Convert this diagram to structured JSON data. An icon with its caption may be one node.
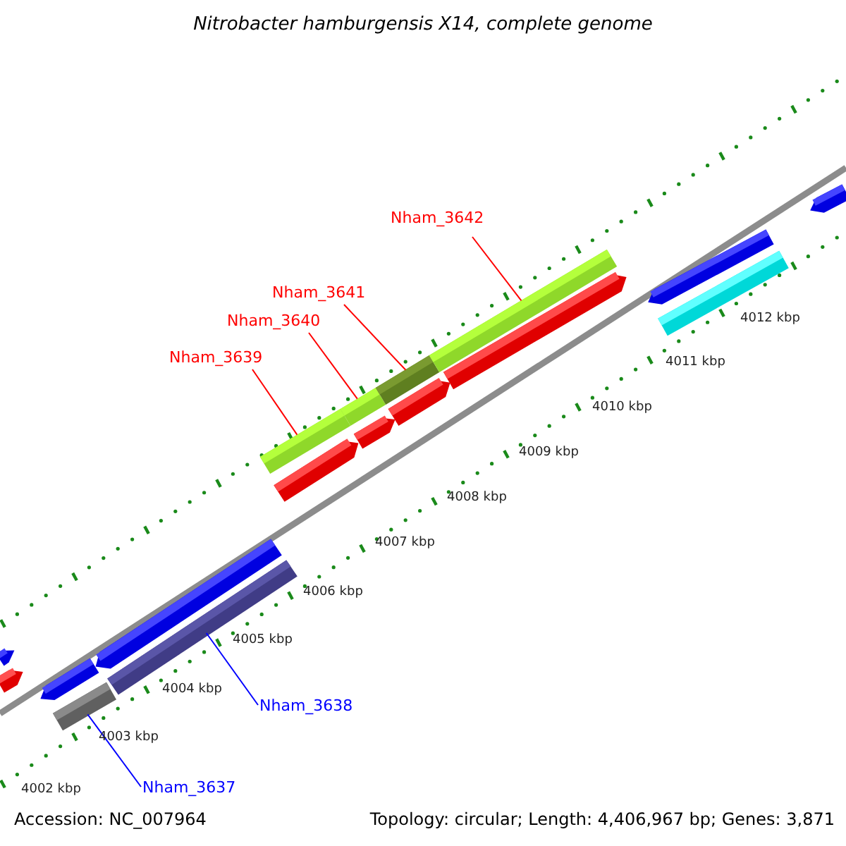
{
  "diagram": {
    "title": "Nitrobacter hamburgensis X14, complete genome",
    "nodes": [
      {
        "text": [
          "Nham_3642"
        ]
      },
      {
        "text": [
          "Nham_3641"
        ]
      },
      {
        "text": [
          "Nham_3640"
        ]
      },
      {
        "text": [
          "Nham_3639"
        ]
      },
      {
        "text": [
          "Nham_3638"
        ]
      },
      {
        "text": [
          "Nham_3637"
        ]
      },
      {
        "text": [],
        "shape": "bar"
      },
      {
        "text": [],
        "shape": "bar"
      },
      {
        "text": [],
        "shape": "bar"
      },
      {
        "text": [],
        "shape": "bar"
      },
      {
        "text": [],
        "shape": "bar"
      },
      {
        "text": [],
        "shape": "bar"
      }
    ],
    "edges": [
      {
        "from": 0,
        "to": 9,
        "arrow": "none",
        "color": "#ff0000"
      },
      {
        "from": 1,
        "to": 8,
        "arrow": "none",
        "color": "#ff0000"
      },
      {
        "from": 2,
        "to": 7,
        "arrow": "none",
        "color": "#ff0000"
      },
      {
        "from": 3,
        "to": 6,
        "arrow": "none",
        "color": "#ff0000"
      },
      {
        "from": 4,
        "to": 10,
        "arrow": "none",
        "color": "#0000ff"
      },
      {
        "from": 5,
        "to": 11,
        "arrow": "none",
        "color": "#0000ff"
      }
    ],
    "labels": [
      "4002 kbp",
      "4003 kbp",
      "4004 kbp",
      "4005 kbp",
      "4006 kbp",
      "4007 kbp",
      "4008 kbp",
      "4009 kbp",
      "4010 kbp",
      "4011 kbp",
      "4012 kbp",
      "Accession: NC_007964",
      "Topology: circular; Length: 4,406,967 bp; Genes: 3,871"
    ]
  }
}
